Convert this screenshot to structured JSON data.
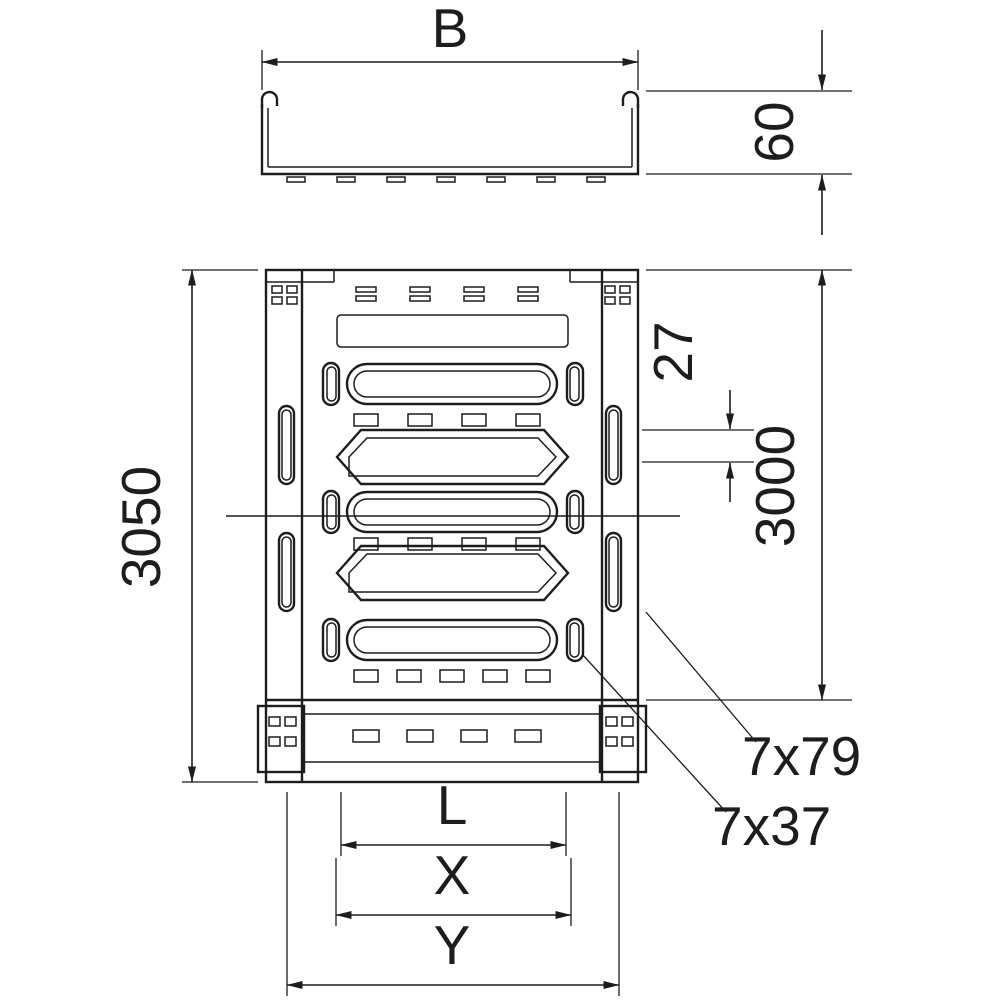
{
  "drawing": {
    "colors": {
      "line": "#1d1d1b",
      "background": "#ffffff"
    }
  },
  "cross_section": {
    "width_label": "B",
    "height_label": "60"
  },
  "plan": {
    "total_length_label": "3050",
    "section_length_label": "3000",
    "slot_pitch_label": "27",
    "rail_slot_label": "7x79",
    "floor_slot_label": "7x37"
  },
  "bottom_dims": {
    "l": "L",
    "x": "X",
    "y": "Y"
  }
}
